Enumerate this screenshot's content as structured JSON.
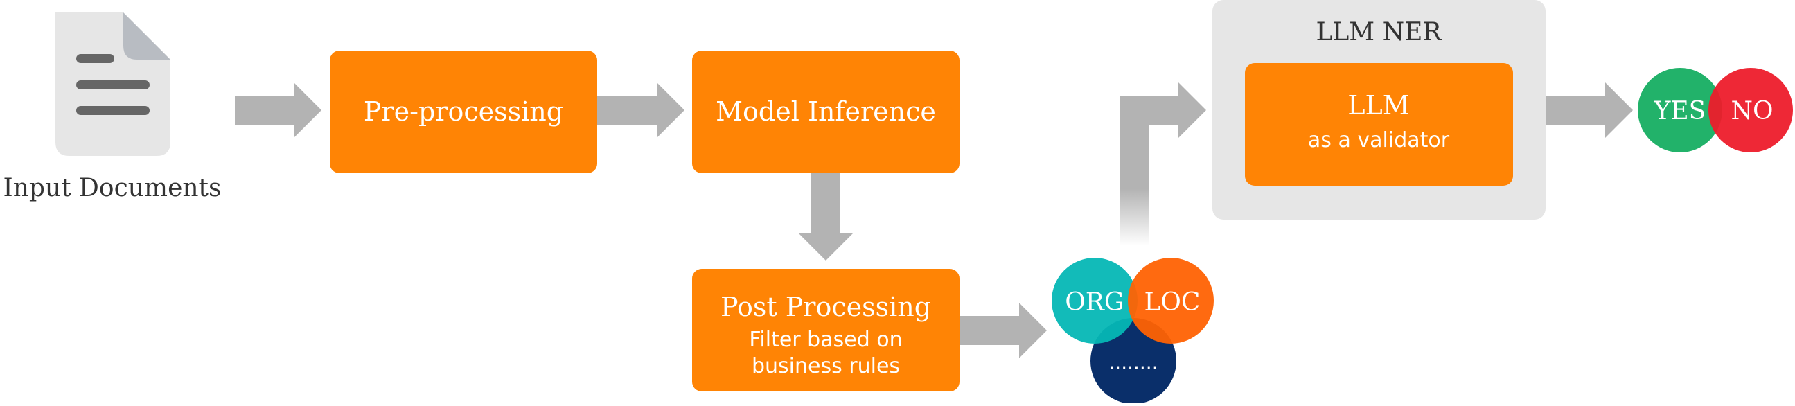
{
  "input": {
    "label": "Input Documents",
    "icon": "document-icon"
  },
  "steps": {
    "preprocessing": {
      "title": "Pre-processing"
    },
    "model_inference": {
      "title": "Model Inference"
    },
    "post_processing": {
      "title": "Post Processing",
      "sub1": "Filter based on",
      "sub2": "business rules"
    }
  },
  "entities": {
    "org": "ORG",
    "loc": "LOC",
    "more": "........"
  },
  "llm_ner": {
    "title": "LLM NER",
    "box_title": "LLM",
    "box_sub": "as a validator"
  },
  "decision": {
    "yes": "YES",
    "no": "NO"
  },
  "colors": {
    "orange": "#FF8405",
    "gray_arrow": "#B3B3B3",
    "panel": "#E6E6E6",
    "org": "#05B7B5",
    "loc": "#FF6203",
    "more": "#0A2F6A",
    "yes": "#22B26A",
    "no": "#ED1C2B",
    "text_dark": "#333333"
  }
}
